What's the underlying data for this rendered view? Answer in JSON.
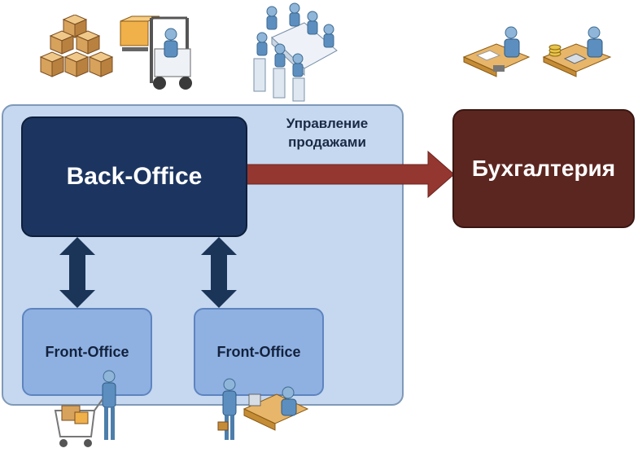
{
  "diagram": {
    "container_label_line1": "Управление",
    "container_label_line2": "продажами",
    "back_office_label": "Back-Office",
    "front_office_left_label": "Front-Office",
    "front_office_right_label": "Front-Office",
    "accounting_label": "Бухгалтерия"
  },
  "colors": {
    "container_fill": "#c5d8f0",
    "back_office_fill": "#1c3560",
    "front_office_fill": "#8fb1e2",
    "accounting_fill": "#5c2620",
    "arrow_dark": "#1b3558",
    "arrow_red": "#943730"
  },
  "icons": [
    "boxes-stack-icon",
    "forklift-worker-icon",
    "meeting-table-icon",
    "accountant-desk-icon",
    "cashier-desk-icon",
    "shopping-cart-customer-icon",
    "customer-service-desk-icon"
  ]
}
